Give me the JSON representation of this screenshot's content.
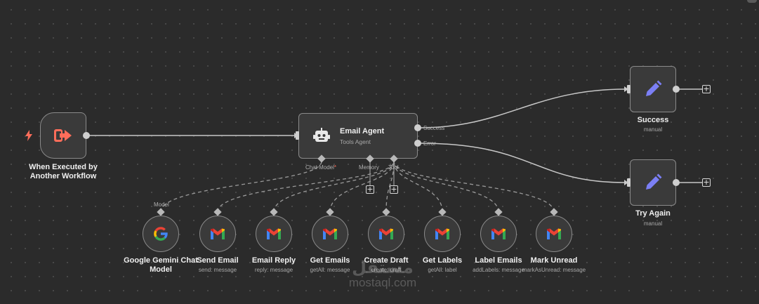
{
  "trigger": {
    "title_line1": "When Executed by",
    "title_line2": "Another Workflow"
  },
  "agent": {
    "title": "Email Agent",
    "subtitle": "Tools Agent",
    "output_success": "Success",
    "output_error": "Error",
    "input_chat_model": "Chat Model",
    "required_marker": "*",
    "input_memory": "Memory",
    "input_tool": "Tool"
  },
  "model_edge_label": "Model",
  "outputs": [
    {
      "title": "Success",
      "subtitle": "manual"
    },
    {
      "title": "Try Again",
      "subtitle": "manual"
    }
  ],
  "tools": [
    {
      "title_line1": "Google Gemini Chat",
      "title_line2": "Model",
      "subtitle": "",
      "icon": "google-icon"
    },
    {
      "title_line1": "Send Email",
      "title_line2": "",
      "subtitle": "send: message",
      "icon": "gmail-icon"
    },
    {
      "title_line1": "Email Reply",
      "title_line2": "",
      "subtitle": "reply: message",
      "icon": "gmail-icon"
    },
    {
      "title_line1": "Get Emails",
      "title_line2": "",
      "subtitle": "getAll: message",
      "icon": "gmail-icon"
    },
    {
      "title_line1": "Create Draft",
      "title_line2": "",
      "subtitle": "create: draft",
      "icon": "gmail-icon"
    },
    {
      "title_line1": "Get Labels",
      "title_line2": "",
      "subtitle": "getAll: label",
      "icon": "gmail-icon"
    },
    {
      "title_line1": "Label Emails",
      "title_line2": "",
      "subtitle": "addLabels: message",
      "icon": "gmail-icon"
    },
    {
      "title_line1": "Mark Unread",
      "title_line2": "",
      "subtitle": "markAsUnread: message",
      "icon": "gmail-icon"
    }
  ],
  "watermark": {
    "arabic": "مستقل",
    "latin": "mostaql.com"
  },
  "colors": {
    "canvas": "#2b2b2b",
    "node_bg": "#3a3a3a",
    "node_border": "#8a8a8a",
    "trigger_accent": "#ff6d5a",
    "edit_accent": "#7b7ff5",
    "edge": "#c8c8c8"
  }
}
